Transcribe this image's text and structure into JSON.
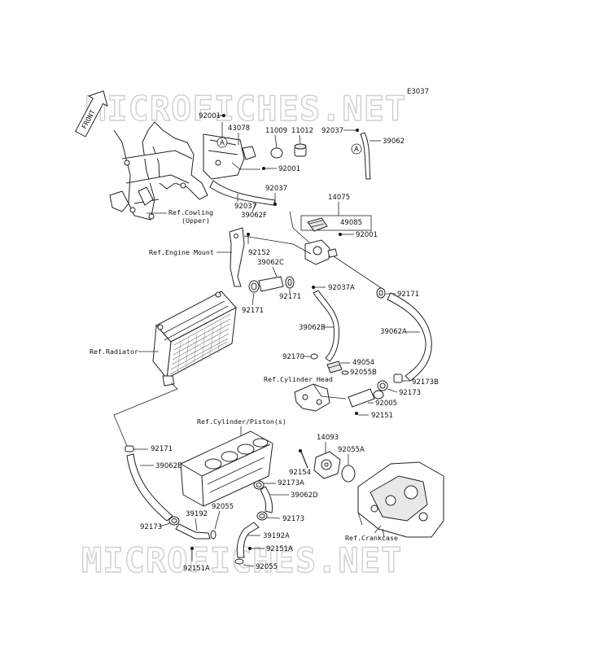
{
  "diagram_id": "E3037",
  "watermark": "MICROFICHES.NET",
  "front_label": "FRONT",
  "circle_marker": "A",
  "parts": {
    "p92001_top": "92001",
    "p43078": "43078",
    "p11009": "11009",
    "p11012": "11012",
    "p92001_mid": "92001",
    "p92037_tr": "92037",
    "p39062": "39062",
    "p92037_a": "92037",
    "p92037_b": "92037",
    "p39062F": "39062F",
    "p14075": "14075",
    "p49085": "49085",
    "p92001_r": "92001",
    "p92152": "92152",
    "p39062C": "39062C",
    "p92171_a": "92171",
    "p92037A": "92037A",
    "p92171_b": "92171",
    "p92171_c": "92171",
    "p39062B": "39062B",
    "p39062A": "39062A",
    "p92170": "92170",
    "p49054": "49054",
    "p92055B": "92055B",
    "p92173B": "92173B",
    "p92173_r": "92173",
    "p92005": "92005",
    "p92151": "92151",
    "p92171_d": "92171",
    "p39062E": "39062E",
    "p14093": "14093",
    "p92055A": "92055A",
    "p92154": "92154",
    "p92173A": "92173A",
    "p39062D": "39062D",
    "p92173_m": "92173",
    "p92055_a": "92055",
    "p39192": "39192",
    "p92173_l": "92173",
    "p39192A": "39192A",
    "p92151A_r": "92151A",
    "p92055_b": "92055",
    "p92151A_l": "92151A"
  },
  "refs": {
    "cowling": "Ref.Cowling",
    "cowling2": "(Upper)",
    "engine_mount": "Ref.Engine Mount",
    "radiator": "Ref.Radiator",
    "cylinder_head": "Ref.Cylinder Head",
    "cylinder_piston": "Ref.Cylinder/Piston(s)",
    "crankcase": "Ref.Crankcase"
  }
}
